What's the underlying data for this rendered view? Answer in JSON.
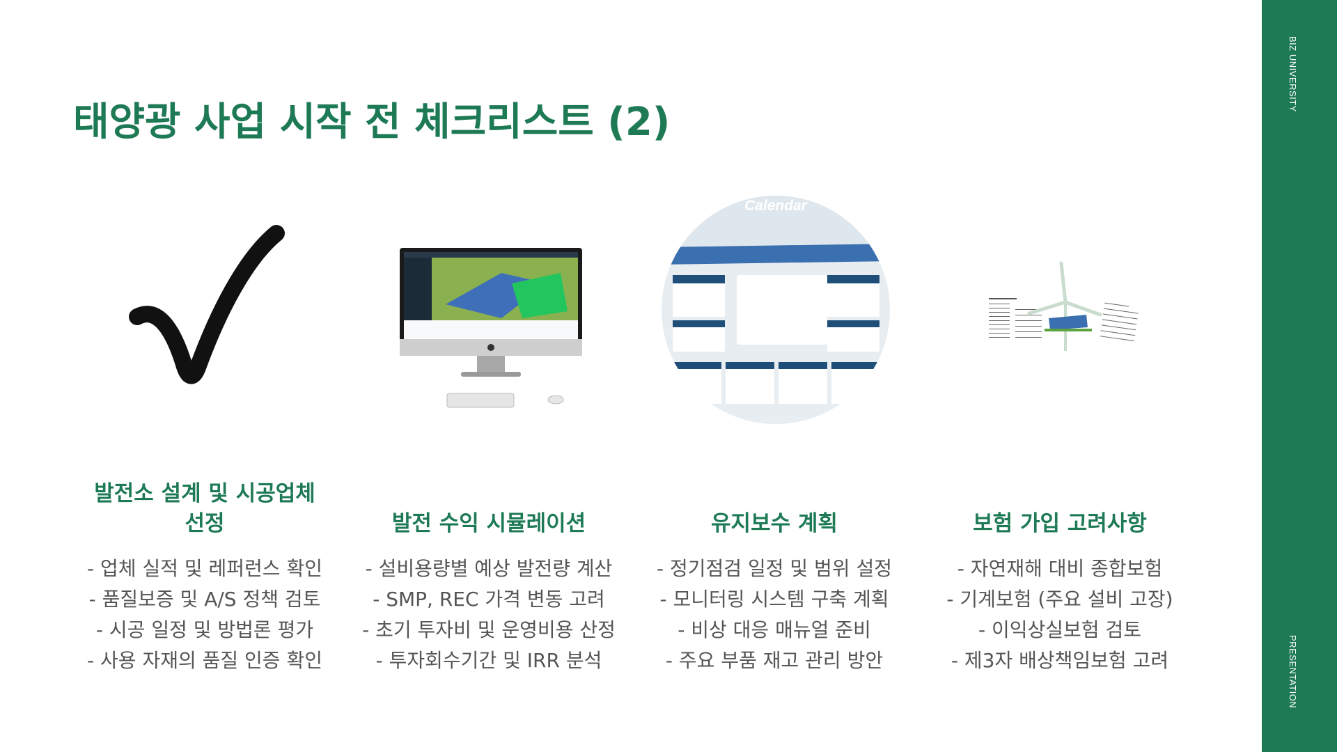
{
  "sidebar": {
    "top_label": "BIZ UNIVERSITY",
    "bottom_label": "PRESENTATION",
    "color": "#1e7a55"
  },
  "title": "태양광 사업 시작 전 체크리스트 (2)",
  "calendar_label": "Calendar",
  "columns": [
    {
      "icon": "checkmark-icon",
      "heading_line1": "발전소 설계 및 시공업체",
      "heading_line2": "선정",
      "lines": [
        "- 업체 실적 및 레퍼런스 확인",
        "- 품질보증 및 A/S 정책 검토",
        "- 시공 일정 및 방법론 평가",
        "- 사용 자재의 품질 인증 확인"
      ]
    },
    {
      "icon": "computer-icon",
      "heading": "발전 수익 시뮬레이션",
      "lines": [
        "- 설비용량별 예상 발전량 계산",
        "- SMP, REC 가격 변동 고려",
        "- 초기 투자비 및 운영비용 산정",
        "- 투자회수기간 및 IRR 분석"
      ]
    },
    {
      "icon": "calendar-icon",
      "heading": "유지보수 계획",
      "lines": [
        "- 정기점검 일정 및 범위 설정",
        "- 모니터링 시스템 구축 계획",
        "- 비상 대응 매뉴얼 준비",
        "- 주요 부품 재고 관리 방안"
      ]
    },
    {
      "icon": "insurance-document-icon",
      "heading": "보험 가입 고려사항",
      "lines": [
        "- 자연재해 대비 종합보험",
        "- 기계보험 (주요 설비 고장)",
        "- 이익상실보험 검토",
        "- 제3자 배상책임보험 고려"
      ]
    }
  ]
}
